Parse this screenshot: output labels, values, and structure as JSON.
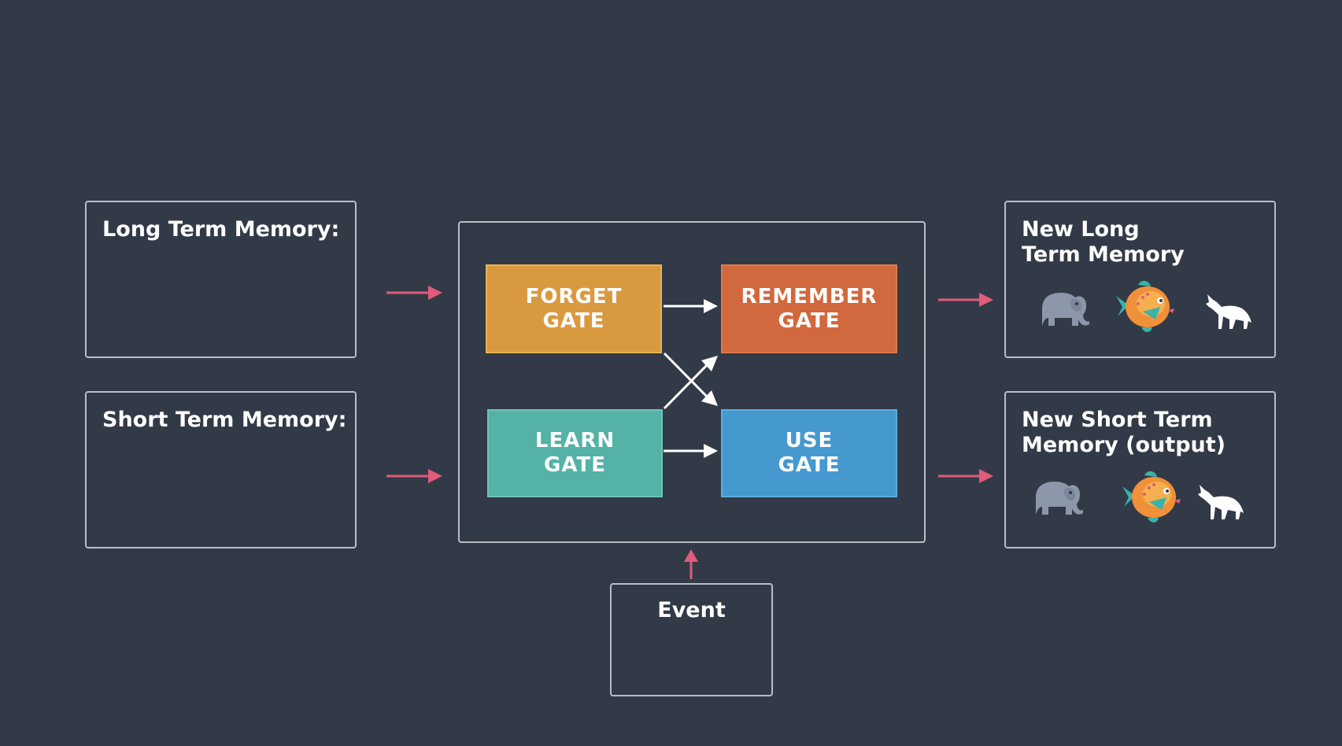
{
  "inputs": {
    "long_term_memory": "Long Term Memory:",
    "short_term_memory": "Short Term Memory:",
    "event": "Event"
  },
  "gates": {
    "forget": "FORGET\nGATE",
    "remember": "REMEMBER\nGATE",
    "learn": "LEARN\nGATE",
    "use": "USE\nGATE"
  },
  "outputs": {
    "new_long_term_memory": "New Long\nTerm Memory",
    "new_short_term_memory": "New Short Term\nMemory (output)"
  },
  "animal_icons": [
    "elephant-icon",
    "fish-icon",
    "wolf-icon"
  ],
  "colors": {
    "background": "#323a47",
    "forget_gate": "#d99a3f",
    "remember_gate": "#d2683d",
    "learn_gate": "#54b2a6",
    "use_gate": "#4599cf",
    "arrow_pink": "#e15b7b",
    "border": "#b9bec7"
  }
}
